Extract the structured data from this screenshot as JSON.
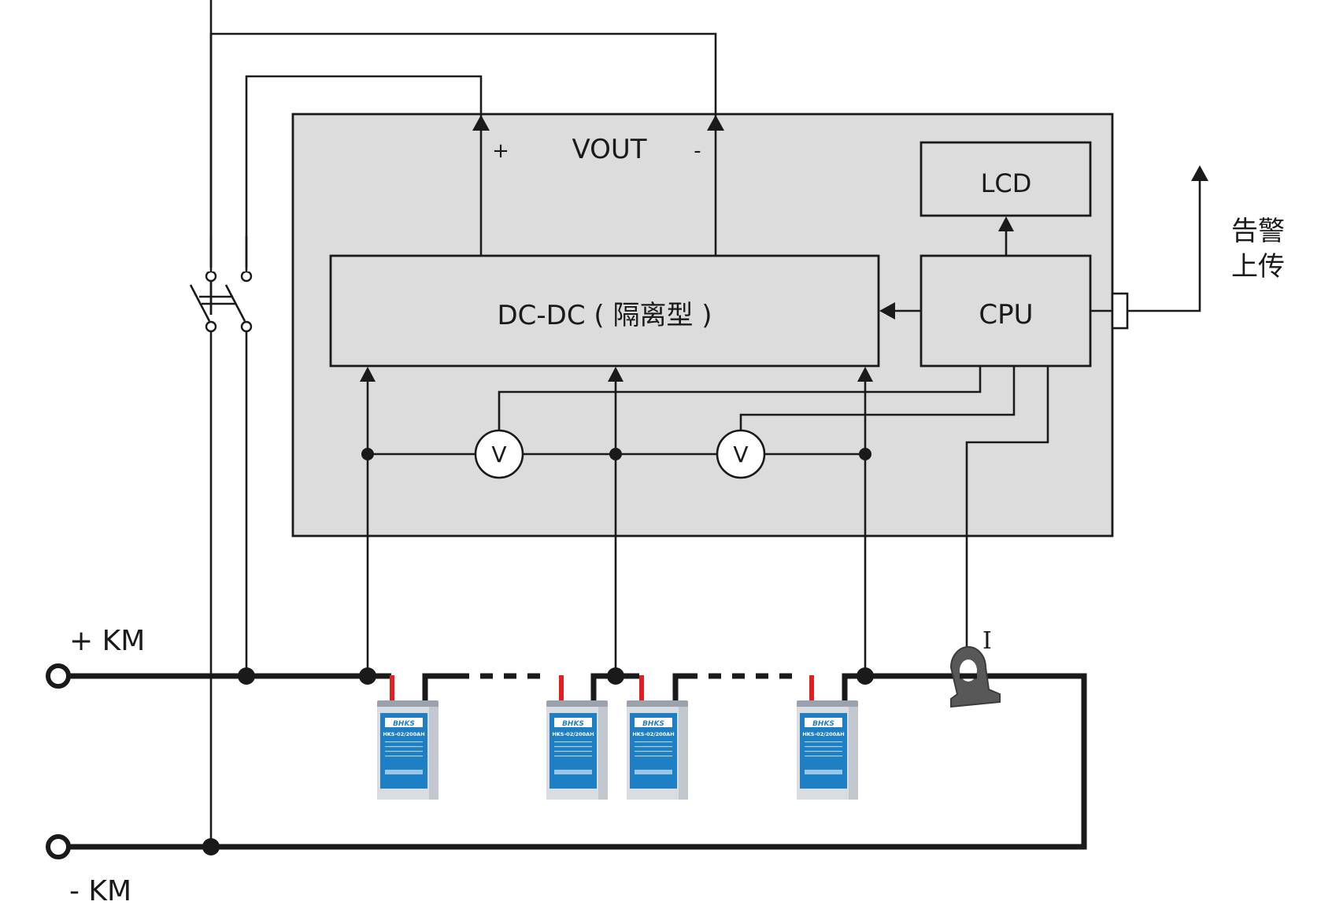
{
  "diagram": {
    "title": "Battery monitoring unit wiring diagram",
    "colors": {
      "panel_fill": "#dcdcdc",
      "line": "#1a1a1a",
      "battery_label": "#1f7fc4",
      "battery_body": "#d9dde2",
      "positive_lead": "#e02020",
      "sensor": "#555555"
    },
    "vout": {
      "label": "VOUT",
      "plus": "+",
      "minus": "-"
    },
    "dcdc": {
      "label": "DC-DC ( 隔离型 )"
    },
    "lcd": {
      "label": "LCD"
    },
    "cpu": {
      "label": "CPU"
    },
    "alarm": {
      "line1": "告警",
      "line2": "上传"
    },
    "voltmeters": [
      {
        "label": "V"
      },
      {
        "label": "V"
      }
    ],
    "current_sensor": {
      "label": "I"
    },
    "terminals": {
      "positive": {
        "label": "+ KM"
      },
      "negative": {
        "label": "- KM"
      }
    },
    "batteries": [
      {
        "brand": "BHKS",
        "model": "HKS-02/200AH"
      },
      {
        "brand": "BHKS",
        "model": "HKS-02/200AH"
      },
      {
        "brand": "BHKS",
        "model": "HKS-02/200AH"
      },
      {
        "brand": "BHKS",
        "model": "HKS-02/200AH"
      }
    ]
  }
}
